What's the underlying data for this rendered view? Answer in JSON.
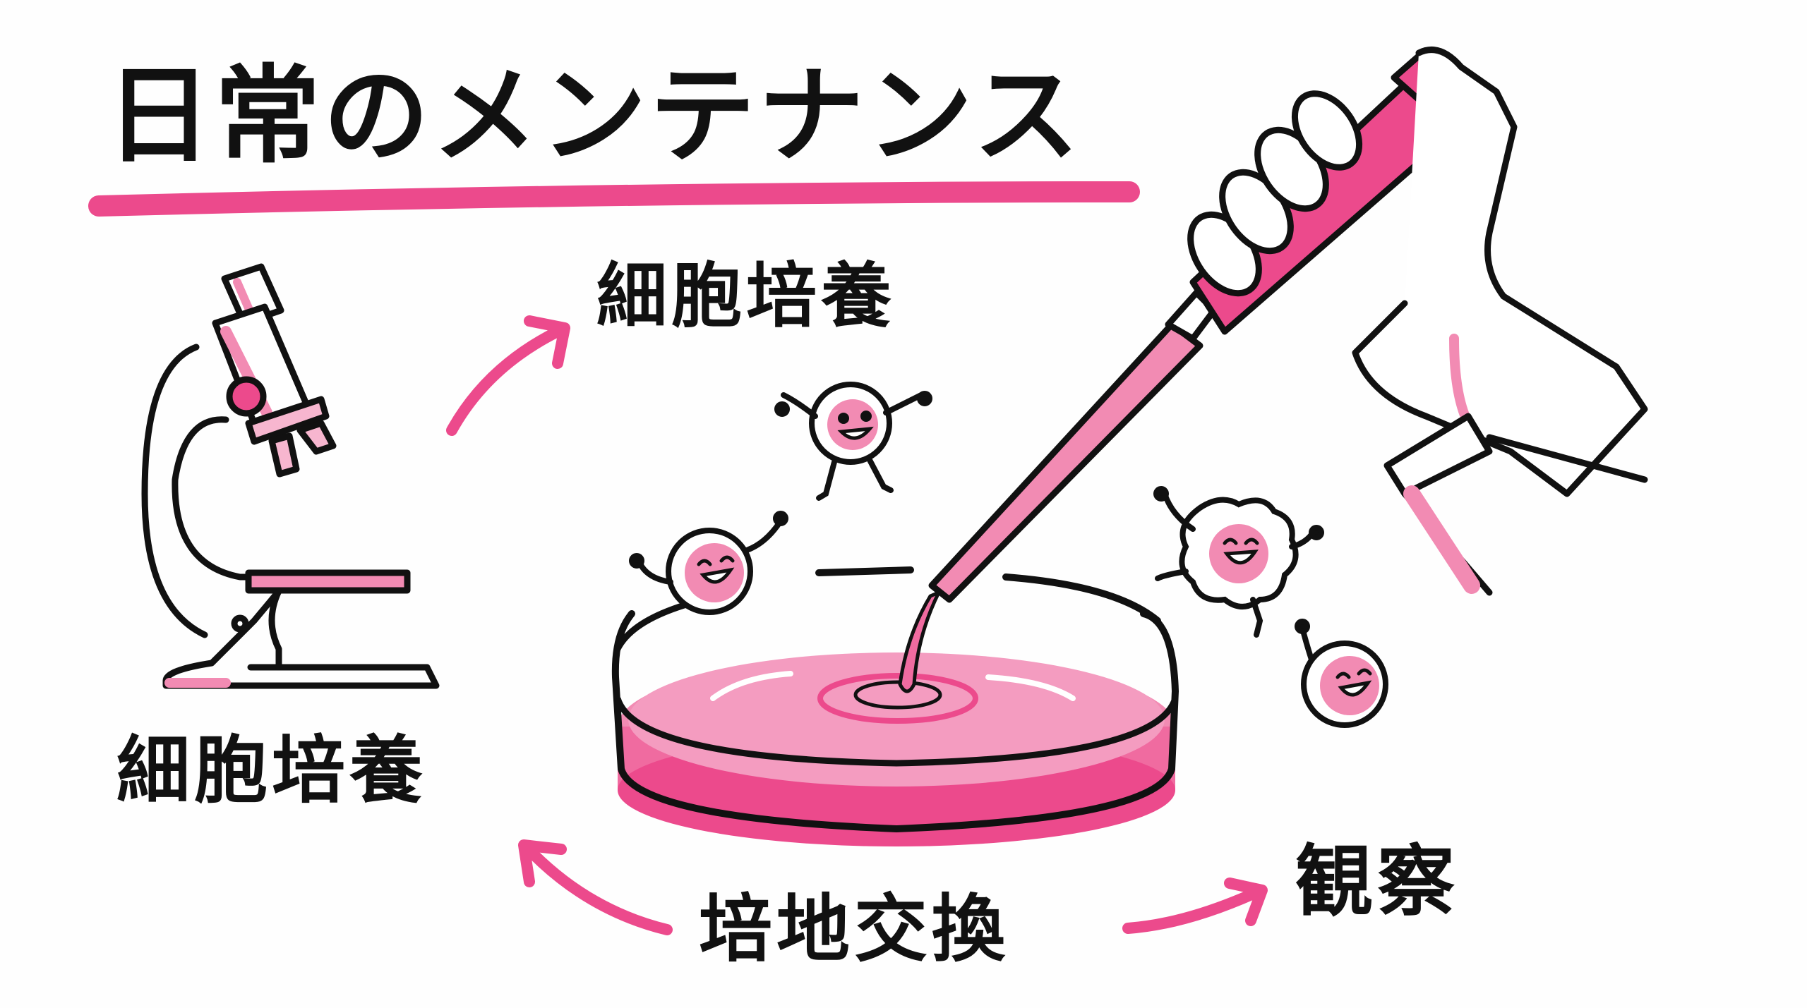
{
  "title": "日常のメンテナンス",
  "labels": {
    "top": "細胞培養",
    "left": "細胞培養",
    "bottom": "培地交換",
    "right": "観察"
  },
  "illustrations": {
    "microscope": "microscope-icon",
    "petri_dish": "petri-dish-icon",
    "pipette_hand": "hand-holding-pipette-icon",
    "cells": [
      "happy-cell-icon",
      "happy-cell-icon",
      "happy-cell-icon",
      "happy-spiky-cell-icon",
      "happy-cell-icon"
    ]
  },
  "flow": [
    {
      "from": "microscope",
      "to": "top",
      "direction": "up-right"
    },
    {
      "from": "bottom",
      "to": "left",
      "direction": "up-left"
    },
    {
      "from": "bottom",
      "to": "right",
      "direction": "right"
    }
  ],
  "colors": {
    "accent": "#ec4a8c",
    "accent_light": "#f28bb3",
    "ink": "#111111",
    "background": "#fefefe"
  }
}
